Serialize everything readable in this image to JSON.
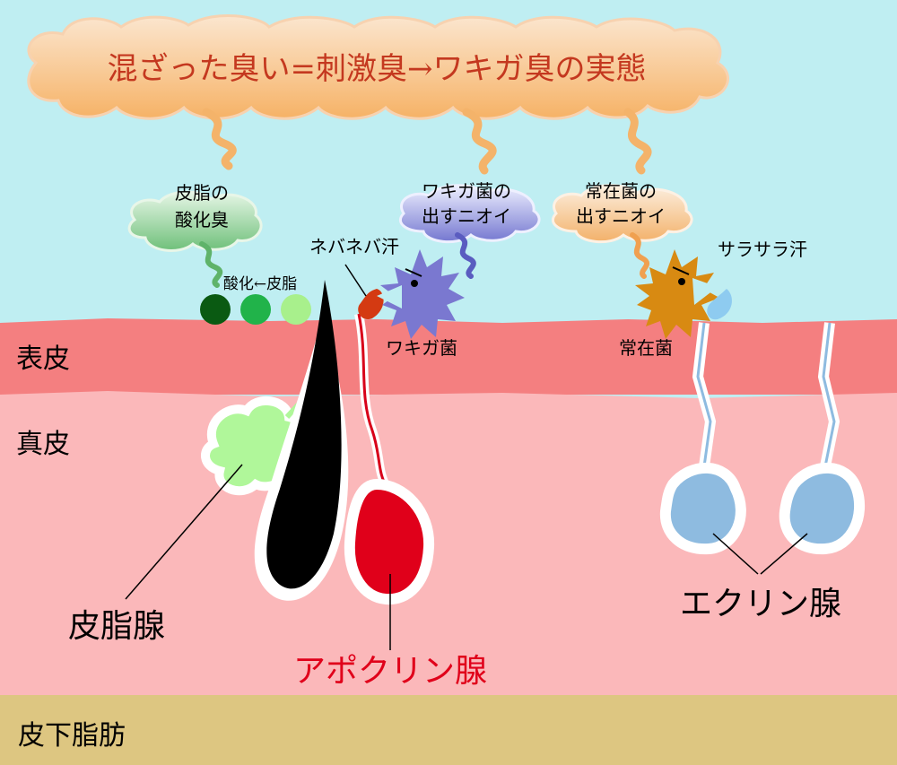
{
  "title": "混ざった臭い=刺激臭→ワキガ臭の実態",
  "clouds": {
    "sebum": "皮脂の\n酸化臭",
    "wakiga": "ワキガ菌の\n出すニオイ",
    "resident": "常在菌の\n出すニオイ"
  },
  "labels": {
    "oxidation": "酸化←皮脂",
    "nebaneba": "ネバネバ汗",
    "sarasara": "サラサラ汗",
    "wakiga_bacteria": "ワキガ菌",
    "resident_bacteria": "常在菌",
    "epidermis": "表皮",
    "dermis": "真皮",
    "subcutaneous": "皮下脂肪",
    "sebaceous": "皮脂腺",
    "apocrine": "アポクリン腺",
    "eccrine": "エクリン腺"
  },
  "colors": {
    "sky": "#bfeef2",
    "epidermis": "#f47f80",
    "dermis": "#fbb8ba",
    "subcutaneous": "#ddc681",
    "title_text": "#c4381f",
    "apocrine": "#e0001a",
    "wakiga_bacteria": "#7a78d0",
    "resident_bacteria": "#d88a12",
    "eccrine": "#8ebbe0",
    "sebaceous": "#b0f79a"
  },
  "icons": {
    "wakiga_bacteria": "spiky-bacteria-icon",
    "resident_bacteria": "spiky-bacteria-icon",
    "sweat": "droplet-icon"
  }
}
